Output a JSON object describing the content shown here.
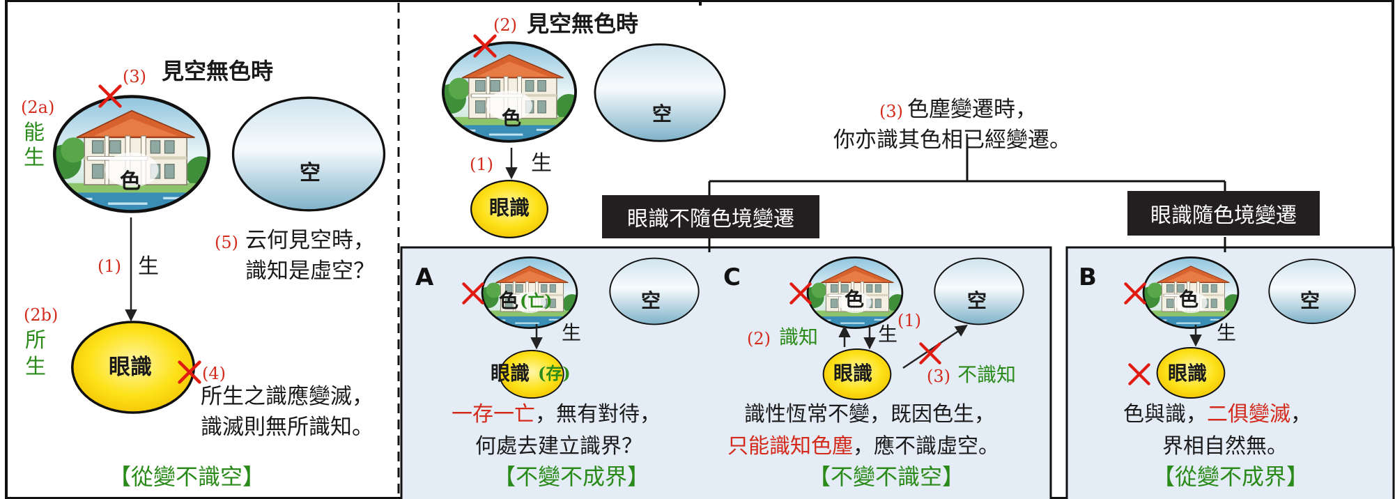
{
  "left": {
    "title": "見空無色時",
    "mark3": "(3)",
    "mark2a": "(2a)",
    "neng": "能",
    "sheng_a": "生",
    "mark1": "(1)",
    "sheng": "生",
    "mark2b": "(2b)",
    "suo": "所",
    "sheng_b": "生",
    "mark4": "(4)",
    "mark5": "(5)",
    "q_line1": "云何見空時，",
    "q_line2": "識知是虛空？",
    "s_line1": "所生之識應變滅，",
    "s_line2": "識滅則無所識知。",
    "footer": "【從變不識空】",
    "se": "色",
    "kong": "空",
    "eye": "眼識"
  },
  "top": {
    "mark2": "(2)",
    "title": "見空無色時",
    "se": "色",
    "kong": "空",
    "mark1": "(1)",
    "sheng": "生",
    "eye": "眼識",
    "mark3": "(3)",
    "q_line1": "色塵變遷時，",
    "q_line2": "你亦識其色相已經變遷。",
    "branch_left": "眼識不隨色境變遷",
    "branch_right": "眼識隨色境變遷"
  },
  "panelA": {
    "letter": "A",
    "se": "色",
    "se_state": "(亡)",
    "kong": "空",
    "sheng": "生",
    "eye": "眼識",
    "eye_state": "(存)",
    "line1_red": "一存一亡",
    "line1_rest": "，無有對待，",
    "line2": "何處去建立識界？",
    "footer": "【不變不成界】"
  },
  "panelC": {
    "letter": "C",
    "se": "色",
    "kong": "空",
    "mark2": "(2)",
    "zhi": "識知",
    "sheng": "生",
    "mark1": "(1)",
    "eye": "眼識",
    "mark3": "(3)",
    "buzhi": "不識知",
    "line1": "識性恆常不變，既因色生，",
    "line2_red": "只能識知色塵",
    "line2_rest": "，應不識虛空。",
    "footer": "【不變不識空】"
  },
  "panelB": {
    "letter": "B",
    "se": "色",
    "kong": "空",
    "sheng": "生",
    "eye": "眼識",
    "line1_a": "色與識，",
    "line1_red": "二俱變滅",
    "line1_b": "，",
    "line2": "界相自然無。",
    "footer": "【從變不成界】"
  },
  "colors": {
    "red": "#d42a1c",
    "green": "#2a8a1a",
    "panel_bg": "#e4ecf5",
    "eye_yellow": "#fde21a",
    "dark_box": "#231f20"
  }
}
